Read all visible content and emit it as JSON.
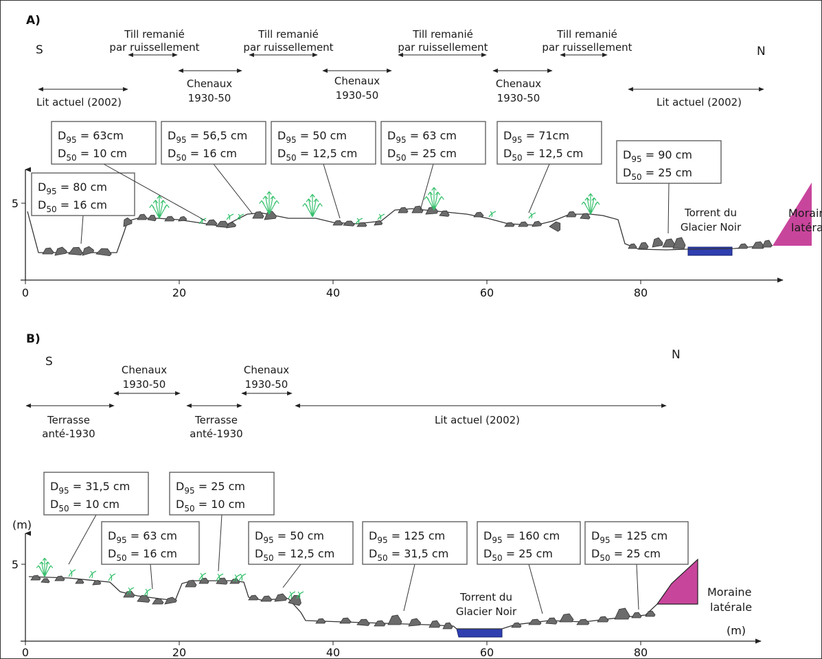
{
  "colors": {
    "moraine": "#c8459c",
    "torrent": "#2f3fb0",
    "vegetation": "#35c06b",
    "rock": "#6b6b6b",
    "frame": "#555555"
  },
  "panel_a": {
    "label": "A)",
    "dir_south": "S",
    "dir_north": "N",
    "units": [
      {
        "line1": "Lit actuel (2002)",
        "line2": ""
      },
      {
        "line1": "Till remanié",
        "line2": "par ruissellement"
      },
      {
        "line1": "Chenaux",
        "line2": "1930-50"
      },
      {
        "line1": "Till remanié",
        "line2": "par ruissellement"
      },
      {
        "line1": "Chenaux",
        "line2": "1930-50"
      },
      {
        "line1": "Till remanié",
        "line2": "par ruissellement"
      },
      {
        "line1": "Chenaux",
        "line2": "1930-50"
      },
      {
        "line1": "Till remanié",
        "line2": "par ruissellement"
      },
      {
        "line1": "Lit actuel (2002)",
        "line2": ""
      }
    ],
    "samples": [
      {
        "d95": "80 cm",
        "d50": "16 cm"
      },
      {
        "d95": "63cm",
        "d50": "10 cm"
      },
      {
        "d95": "56,5 cm",
        "d50": "16 cm"
      },
      {
        "d95": "50 cm",
        "d50": "12,5 cm"
      },
      {
        "d95": "63 cm",
        "d50": "25 cm"
      },
      {
        "d95": "71cm",
        "d50": "12,5 cm"
      },
      {
        "d95": "90 cm",
        "d50": "25 cm"
      }
    ],
    "torrent_line1": "Torrent du",
    "torrent_line2": "Glacier Noir",
    "moraine_line1": "Moraine",
    "moraine_line2": "latérale",
    "y_tick": "5",
    "x_ticks": [
      "0",
      "20",
      "40",
      "60",
      "80"
    ]
  },
  "panel_b": {
    "label": "B)",
    "dir_south": "S",
    "dir_north": "N",
    "units": [
      {
        "line1": "Terrasse",
        "line2": "anté-1930"
      },
      {
        "line1": "Chenaux",
        "line2": "1930-50"
      },
      {
        "line1": "Terrasse",
        "line2": "anté-1930"
      },
      {
        "line1": "Chenaux",
        "line2": "1930-50"
      },
      {
        "line1": "Lit actuel (2002)",
        "line2": ""
      }
    ],
    "samples": [
      {
        "d95": "31,5 cm",
        "d50": "10 cm"
      },
      {
        "d95": "63 cm",
        "d50": "16 cm"
      },
      {
        "d95": "25 cm",
        "d50": "10 cm"
      },
      {
        "d95": "50 cm",
        "d50": "12,5 cm"
      },
      {
        "d95": "125 cm",
        "d50": "31,5 cm"
      },
      {
        "d95": "160 cm",
        "d50": "25 cm"
      },
      {
        "d95": "125 cm",
        "d50": "25 cm"
      }
    ],
    "torrent_line1": "Torrent du",
    "torrent_line2": "Glacier Noir",
    "moraine_line1": "Moraine",
    "moraine_line2": "latérale",
    "y_unit": "(m)",
    "x_unit": "(m)",
    "y_tick": "5",
    "x_ticks": [
      "0",
      "20",
      "40",
      "60",
      "80"
    ]
  },
  "common": {
    "d95_sym": "D",
    "d95_sub": "95",
    "d50_sym": "D",
    "d50_sub": "50"
  }
}
